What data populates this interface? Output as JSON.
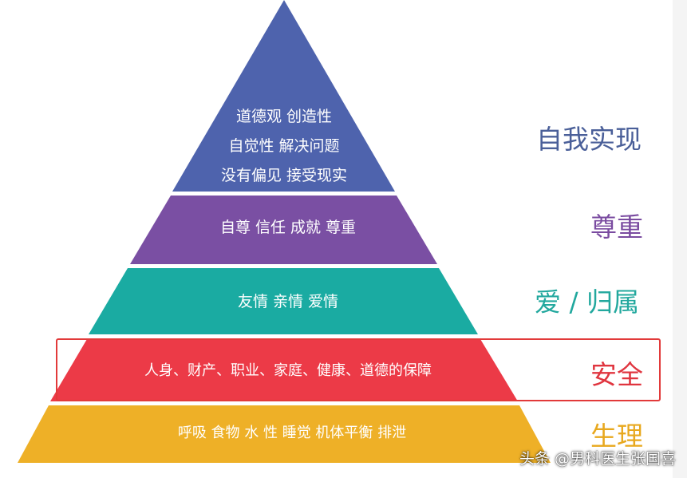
{
  "pyramid": {
    "tiers": [
      {
        "id": "self-actualization",
        "label": "自我实现",
        "lines": [
          "道德观 创造性",
          "自觉性 解决问题",
          "没有偏见 接受现实"
        ],
        "fill": "#4e63ad",
        "label_color": "#4a5f99"
      },
      {
        "id": "esteem",
        "label": "尊重",
        "lines": [
          "自尊 信任 成就 尊重"
        ],
        "fill": "#7a4fa3",
        "label_color": "#7a4ba0"
      },
      {
        "id": "love-belonging",
        "label": "爱 / 归属",
        "lines": [
          "友情   亲情   爱情"
        ],
        "fill": "#1aaba2",
        "label_color": "#22a89e"
      },
      {
        "id": "safety",
        "label": "安全",
        "lines": [
          "人身、财产、职业、家庭、健康、道德的保障"
        ],
        "fill": "#ec3a47",
        "label_color": "#e0353f"
      },
      {
        "id": "physiological",
        "label": "生理",
        "lines": [
          "呼吸  食物  水  性  睡觉  机体平衡    排泄"
        ],
        "fill": "#eeb027",
        "label_color": "#e8a81e"
      }
    ]
  },
  "highlight": {
    "target_tier": "safety",
    "border_color": "#e23a3a"
  },
  "watermark": {
    "text": "头条 @男科医生张国喜"
  }
}
